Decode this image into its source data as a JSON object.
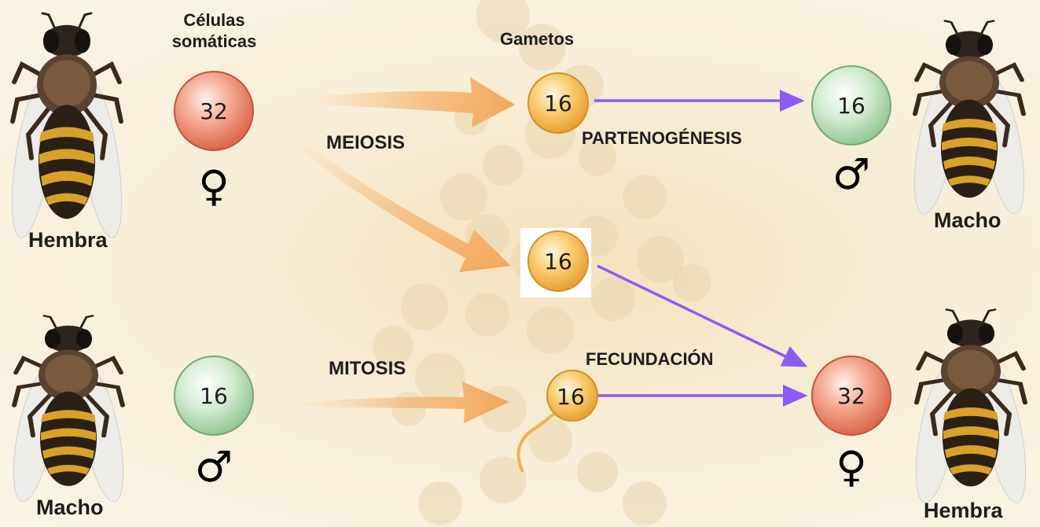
{
  "labels": {
    "somatic_line1": "Células",
    "somatic_line2": "somáticas",
    "gametes": "Gametos",
    "meiosis": "MEIOSIS",
    "mitosis": "MITOSIS",
    "parthenogenesis": "PARTENOGÉNESIS",
    "fertilization": "FECUNDACIÓN"
  },
  "bees": {
    "female_parent": "Hembra",
    "male_parent": "Macho",
    "male_offspring": "Macho",
    "female_offspring": "Hembra"
  },
  "cells": {
    "female_somatic": "32",
    "male_somatic": "16",
    "gamete_egg_top": "16",
    "gamete_egg_middle": "16",
    "gamete_sperm": "16",
    "offspring_male": "16",
    "offspring_female": "32"
  },
  "symbols": {
    "female": "♀",
    "male": "♂"
  },
  "colors": {
    "diploid_cell": "#e8846a",
    "haploid_male_cell": "#a9d8a9",
    "gamete_cell": "#f2b24a",
    "process_arrow": "#f5b26b",
    "path_arrow": "#8a5cf5"
  }
}
